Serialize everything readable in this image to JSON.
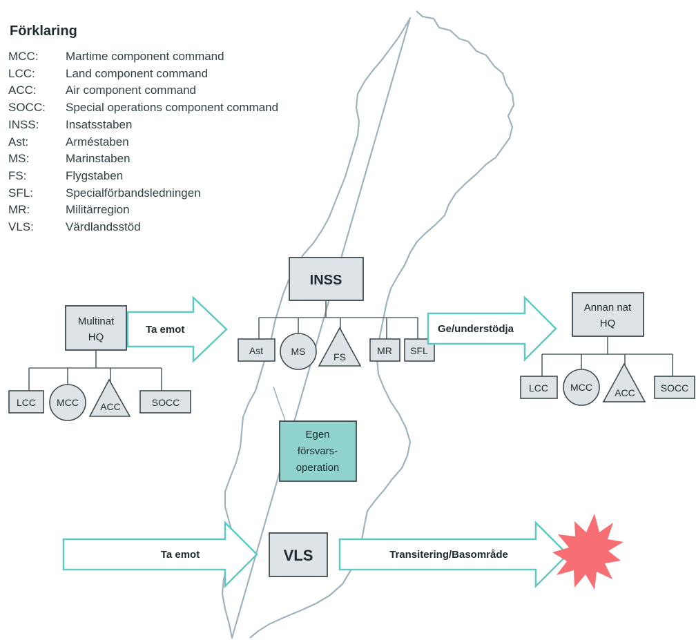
{
  "legend": {
    "title": "Förklaring",
    "items": [
      {
        "abbr": "MCC:",
        "desc": "Martime component command"
      },
      {
        "abbr": "LCC:",
        "desc": "Land component command"
      },
      {
        "abbr": "ACC:",
        "desc": "Air component command"
      },
      {
        "abbr": "SOCC:",
        "desc": "Special operations component command"
      },
      {
        "abbr": "INSS:",
        "desc": "Insatsstaben"
      },
      {
        "abbr": "Ast:",
        "desc": "Arméstaben"
      },
      {
        "abbr": "MS:",
        "desc": "Marinstaben"
      },
      {
        "abbr": "FS:",
        "desc": "Flygstaben"
      },
      {
        "abbr": "SFL:",
        "desc": "Specialförbandsledningen"
      },
      {
        "abbr": "MR:",
        "desc": "Militärregion"
      },
      {
        "abbr": "VLS:",
        "desc": "Värdlandsstöd"
      }
    ]
  },
  "left_group": {
    "hq": [
      "Multinat",
      "HQ"
    ],
    "units": {
      "lcc": "LCC",
      "mcc": "MCC",
      "acc": "ACC",
      "socc": "SOCC"
    }
  },
  "center_group": {
    "hq": "INSS",
    "units": {
      "ast": "Ast",
      "ms": "MS",
      "fs": "FS",
      "mr": "MR",
      "sfl": "SFL"
    }
  },
  "right_group": {
    "hq": [
      "Annan nat",
      "HQ"
    ],
    "units": {
      "lcc": "LCC",
      "mcc": "MCC",
      "acc": "ACC",
      "socc": "SOCC"
    }
  },
  "arrows": {
    "top_left": "Ta emot",
    "top_right": "Ge/understödja",
    "bottom_left": "Ta emot",
    "bottom_right": "Transitering/Basområde"
  },
  "own_defence": [
    "Egen",
    "försvars-",
    "operation"
  ],
  "vls": "VLS",
  "colors": {
    "box_fill": "#dde3e6",
    "box_stroke": "#3f4a4f",
    "arrow_stroke": "#5ec9c3",
    "own_defence_fill": "#8fd3cc",
    "map_stroke": "#9fb3bd",
    "explosion": "#f76e73"
  }
}
